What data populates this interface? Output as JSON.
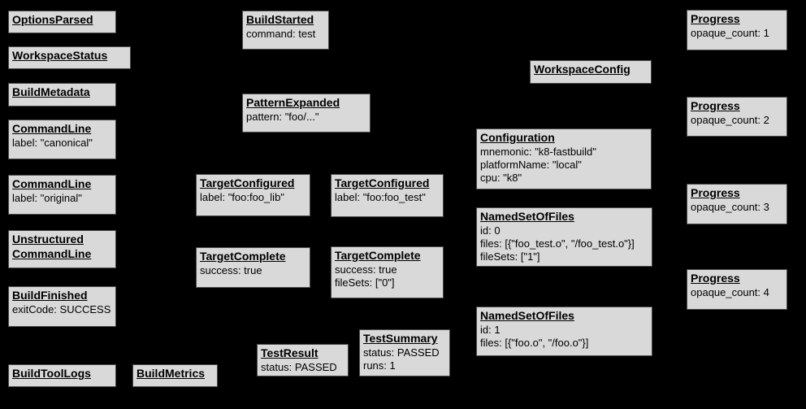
{
  "colors": {
    "background": "#000000",
    "node_fill": "#d9d9d9",
    "node_border": "#4b4b4b",
    "text": "#000000"
  },
  "nodes": [
    {
      "title": "OptionsParsed",
      "body": ""
    },
    {
      "title": "WorkspaceStatus",
      "body": ""
    },
    {
      "title": "BuildMetadata",
      "body": ""
    },
    {
      "title": "CommandLine",
      "body": "label: \"canonical\""
    },
    {
      "title": "CommandLine",
      "body": "label: \"original\""
    },
    {
      "title": "Unstructured\nCommandLine",
      "body": ""
    },
    {
      "title": "BuildFinished",
      "body": "exitCode: SUCCESS"
    },
    {
      "title": "BuildToolLogs",
      "body": ""
    },
    {
      "title": "BuildMetrics",
      "body": ""
    },
    {
      "title": "BuildStarted",
      "body": "command: test"
    },
    {
      "title": "PatternExpanded",
      "body": "pattern: \"foo/...\""
    },
    {
      "title": "TargetConfigured",
      "body": "label: \"foo:foo_lib\""
    },
    {
      "title": "TargetConfigured",
      "body": "label: \"foo:foo_test\""
    },
    {
      "title": "TargetComplete",
      "body": "success: true"
    },
    {
      "title": "TargetComplete",
      "body": "success: true\nfileSets: [\"0\"]"
    },
    {
      "title": "TestResult",
      "body": "status: PASSED"
    },
    {
      "title": "TestSummary",
      "body": "status: PASSED\nruns: 1"
    },
    {
      "title": "WorkspaceConfig",
      "body": ""
    },
    {
      "title": "Configuration",
      "body": "mnemonic: \"k8-fastbuild\"\nplatformName: \"local\"\ncpu: \"k8\""
    },
    {
      "title": "NamedSetOfFiles",
      "body": "id: 0\nfiles: [{\"foo_test.o\", \"/foo_test.o\"}]\nfileSets: [\"1\"]"
    },
    {
      "title": "NamedSetOfFiles",
      "body": "id: 1\nfiles: [{\"foo.o\", \"/foo.o\"}]"
    },
    {
      "title": "Progress",
      "body": "opaque_count: 1"
    },
    {
      "title": "Progress",
      "body": "opaque_count: 2"
    },
    {
      "title": "Progress",
      "body": "opaque_count: 3"
    },
    {
      "title": "Progress",
      "body": "opaque_count: 4"
    }
  ]
}
